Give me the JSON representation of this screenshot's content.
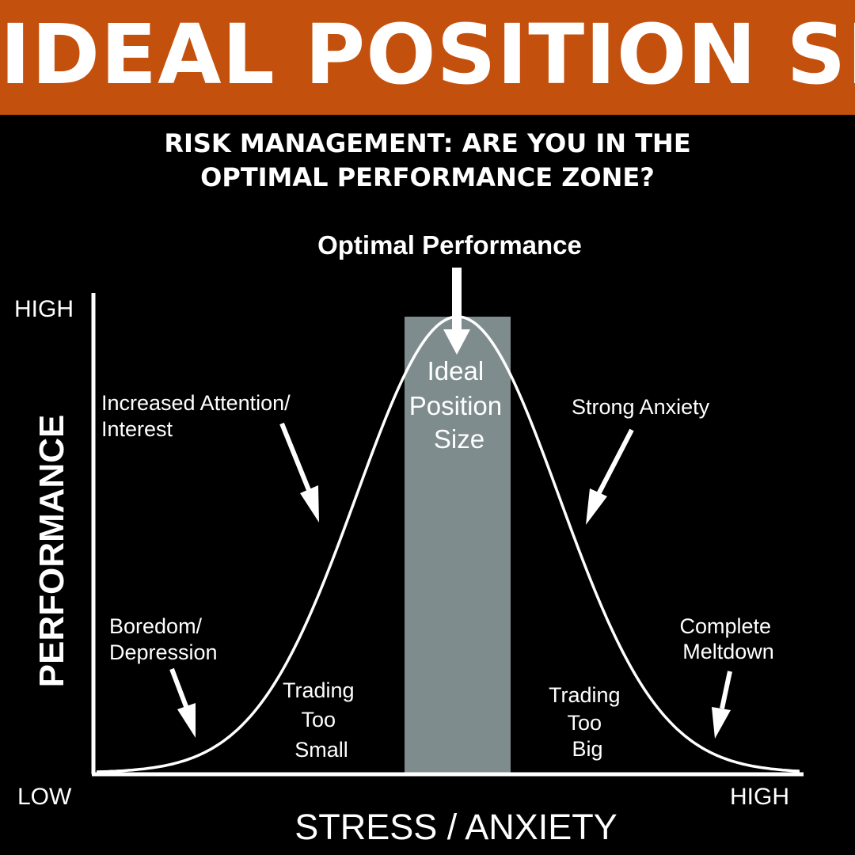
{
  "banner": {
    "title": "IDEAL POSITION SIZE"
  },
  "subtitle": {
    "line1": "RISK MANAGEMENT: ARE YOU IN THE",
    "line2": "OPTIMAL PERFORMANCE ZONE?"
  },
  "axes": {
    "y_title": "PERFORMANCE",
    "y_high": "HIGH",
    "x_low": "LOW",
    "x_high": "HIGH",
    "x_title": "STRESS / ANXIETY"
  },
  "labels": {
    "optimal": "Optimal Performance",
    "ideal": [
      "Ideal",
      "Position",
      "Size"
    ],
    "attention": [
      "Increased Attention/",
      "Interest"
    ],
    "anxiety": "Strong Anxiety",
    "boredom": [
      "Boredom/",
      "Depression"
    ],
    "meltdown": [
      "Complete",
      "Meltdown"
    ],
    "too_small": [
      "Trading",
      "Too",
      "Small"
    ],
    "too_big": [
      "Trading",
      "Too",
      "Big"
    ]
  },
  "colors": {
    "banner": "#c4500e",
    "background": "#000000",
    "ideal_zone": "#7f8c8d",
    "lines": "#ffffff"
  }
}
